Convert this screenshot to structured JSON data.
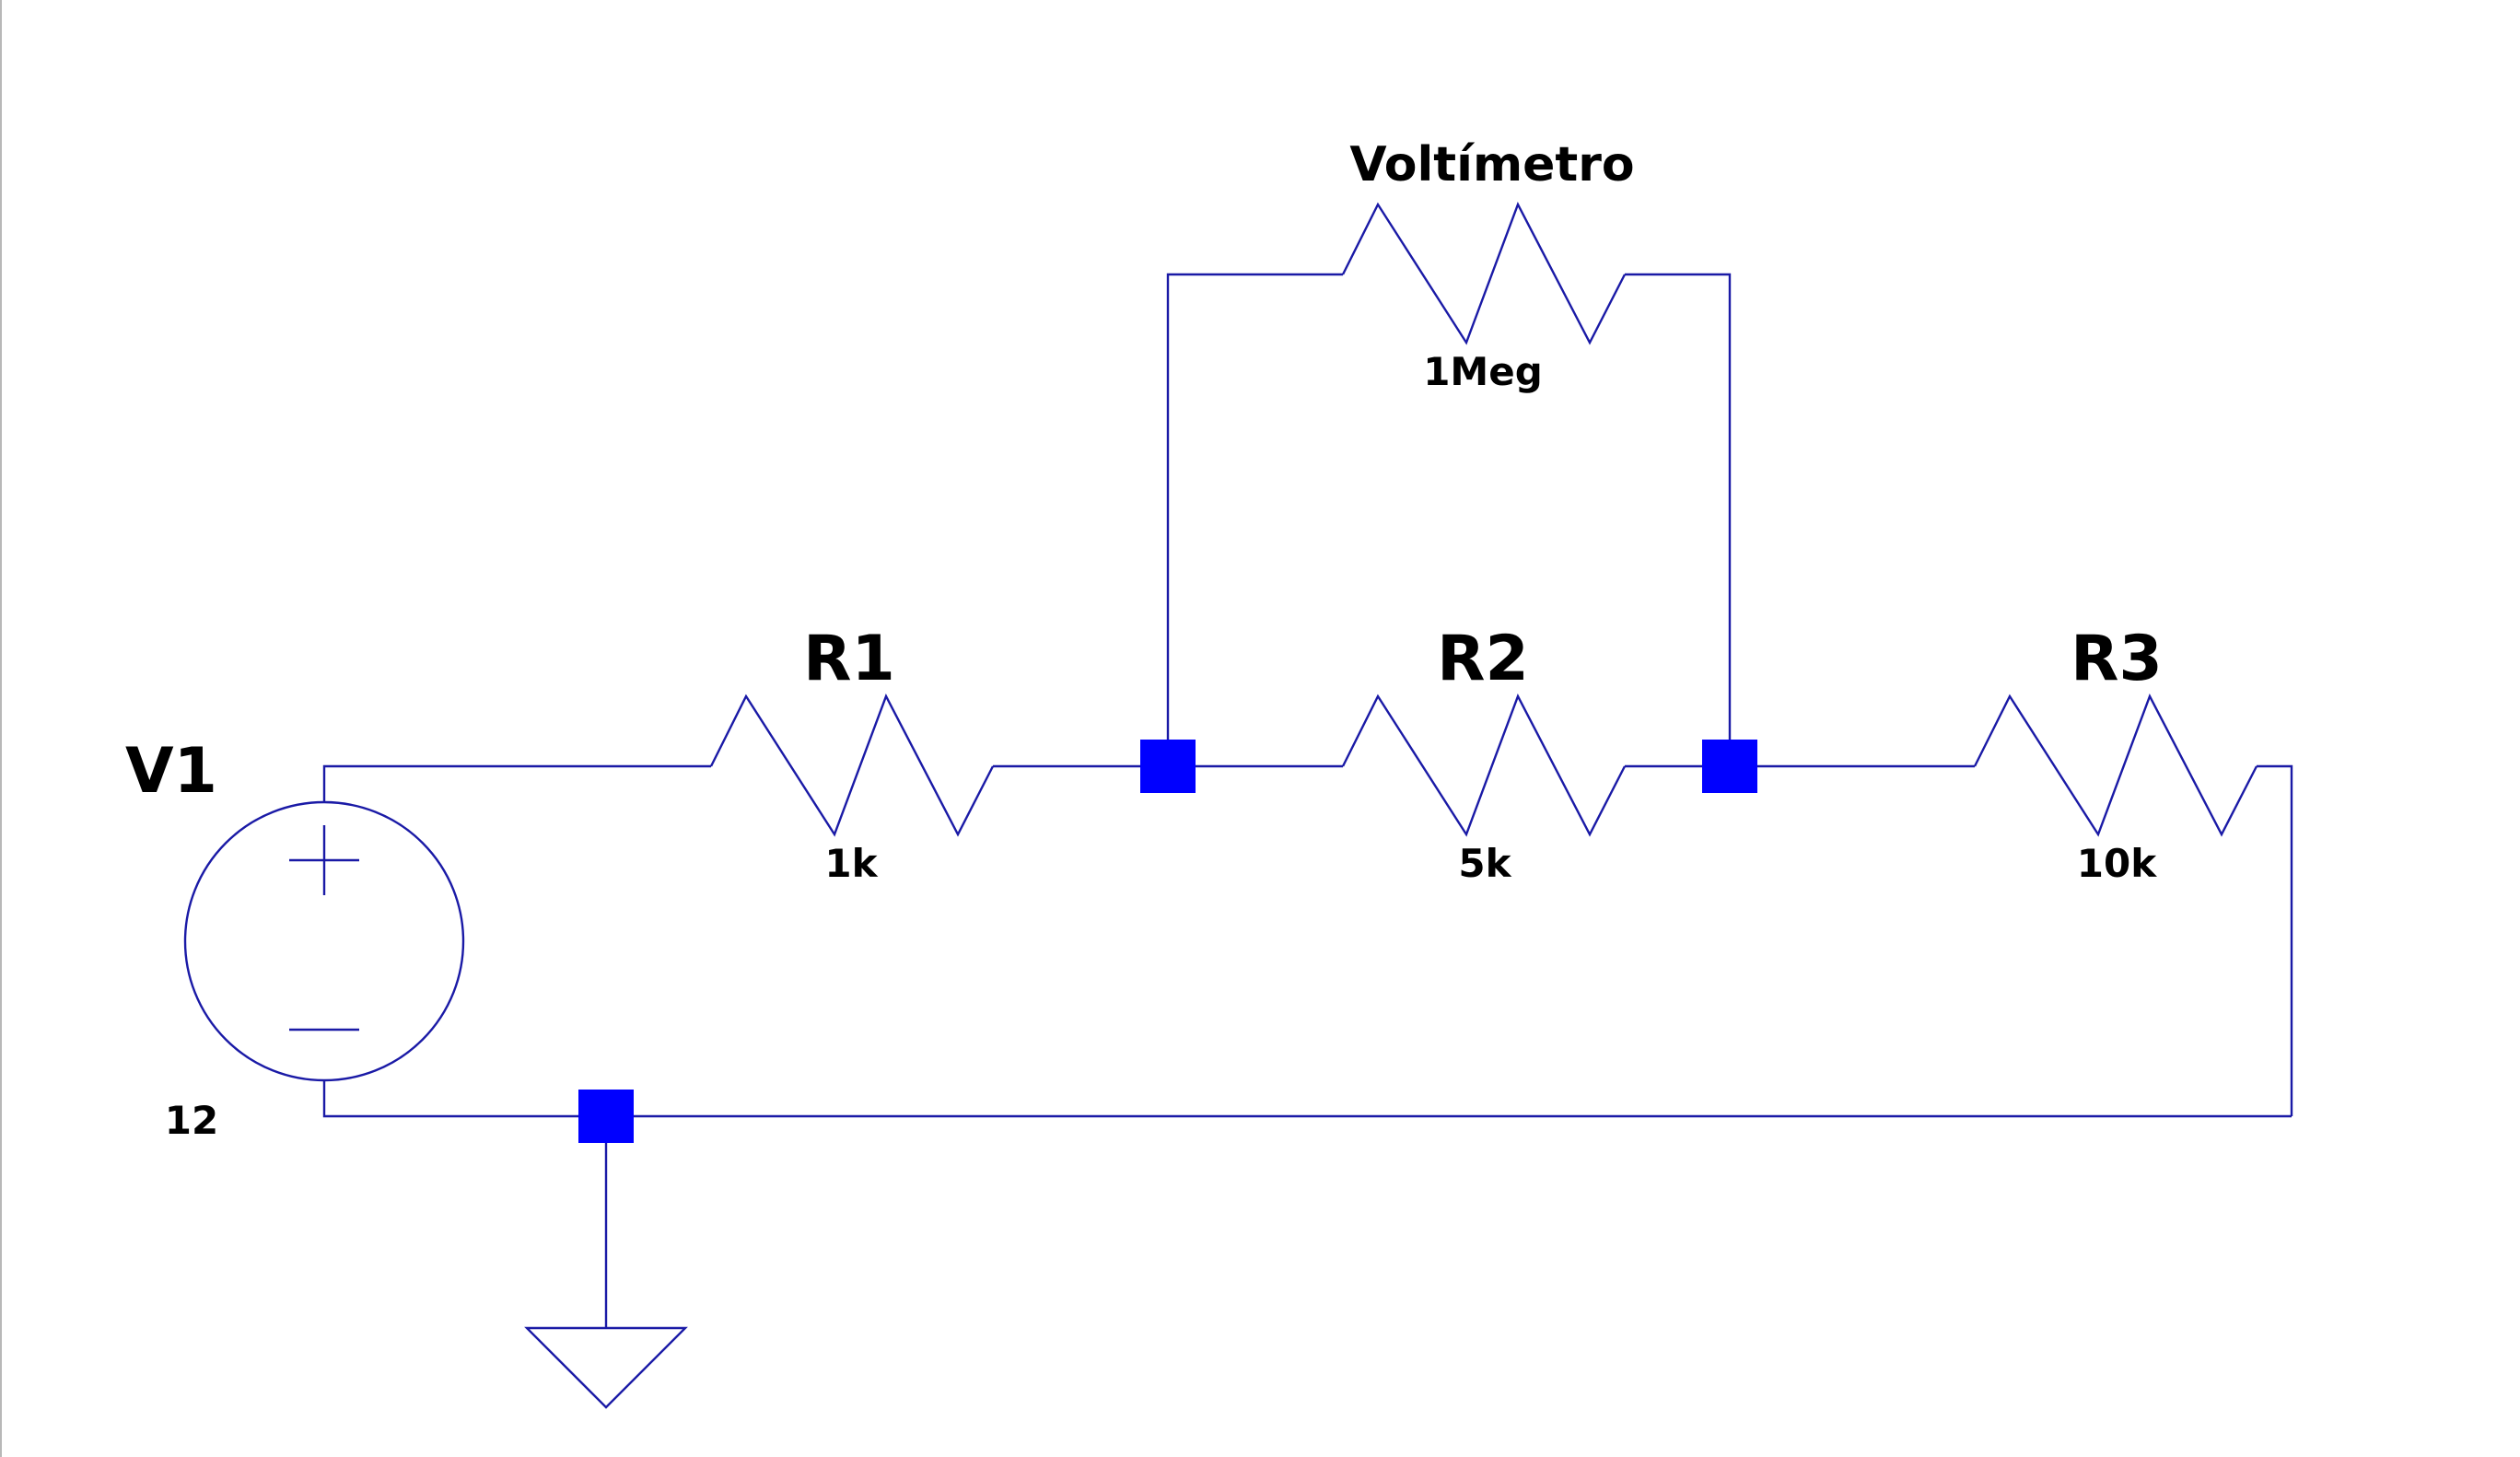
{
  "schematic": {
    "components": [
      {
        "id": "V1",
        "type": "voltage-source",
        "name": "V1",
        "value": "12"
      },
      {
        "id": "R1",
        "type": "resistor",
        "name": "R1",
        "value": "1k"
      },
      {
        "id": "R2",
        "type": "resistor",
        "name": "R2",
        "value": "5k"
      },
      {
        "id": "R3",
        "type": "resistor",
        "name": "R3",
        "value": "10k"
      },
      {
        "id": "RV",
        "type": "resistor",
        "name": "Voltímetro",
        "value": "1Meg"
      }
    ],
    "ground": {
      "symbol": "ground-icon"
    },
    "colors": {
      "wire": "#1a1aa6",
      "node": "#0000ff",
      "text": "#000000",
      "background": "#ffffff"
    }
  }
}
